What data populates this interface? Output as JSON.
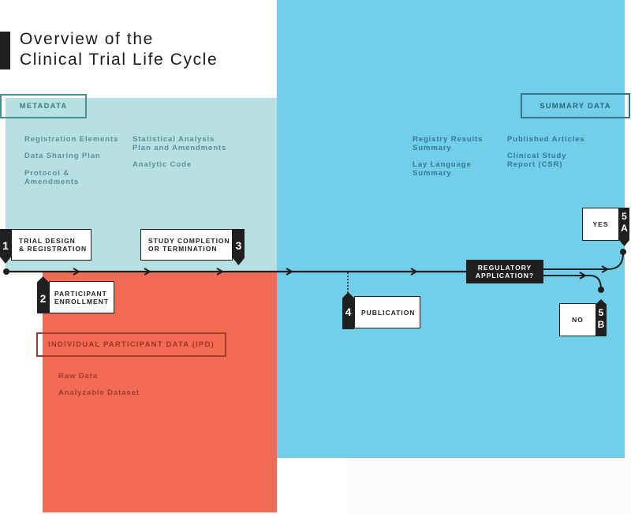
{
  "title": {
    "line1": "Overview of the",
    "line2": "Clinical Trial Life Cycle"
  },
  "colors": {
    "metadata": "#b7e0e2",
    "summary_data": "#72cfe9",
    "ipd": "#f26c55",
    "ink": "#1f1f1f"
  },
  "metadata": {
    "label": "METADATA",
    "items": [
      "Registration Elements",
      "Data Sharing Plan",
      "Protocol &",
      "Amendments",
      "Statistical Analysis",
      "Plan and Amendments",
      "Analytic Code"
    ]
  },
  "summary_data": {
    "label": "SUMMARY DATA",
    "items": [
      "Registry Results",
      "Summary",
      "Lay Language",
      "Summary",
      "Published Articles",
      "Clinical Study",
      "Report (CSR)"
    ]
  },
  "ipd": {
    "label": "INDIVIDUAL PARTICIPANT DATA (IPD)",
    "items": [
      "Raw Data",
      "Analyzable Dataset"
    ]
  },
  "steps": {
    "s1": {
      "number": "1",
      "line1": "TRIAL DESIGN",
      "line2": "& REGISTRATION"
    },
    "s2": {
      "number": "2",
      "line1": "PARTICIPANT",
      "line2": "ENROLLMENT"
    },
    "s3": {
      "number": "3",
      "line1": "STUDY COMPLETION",
      "line2": "OR TERMINATION"
    },
    "s4": {
      "number": "4",
      "line1": "PUBLICATION"
    },
    "regulatory": {
      "line1": "REGULATORY",
      "line2": "APPLICATION?"
    },
    "s5a": {
      "number": "5",
      "letter": "A",
      "label": "YES"
    },
    "s5b": {
      "number": "5",
      "letter": "B",
      "label": "NO"
    }
  }
}
